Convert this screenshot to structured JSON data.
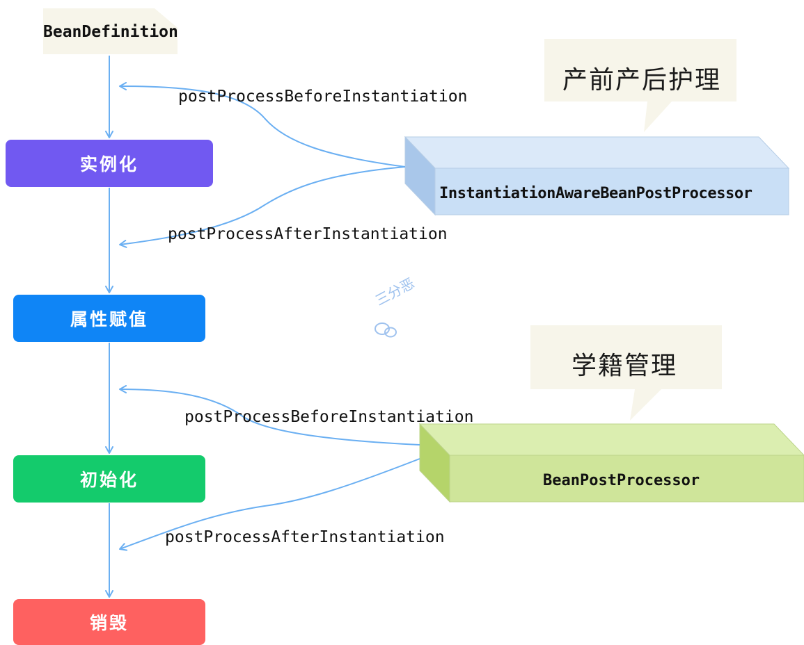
{
  "start": {
    "label": "BeanDefinition"
  },
  "stages": [
    {
      "label": "实例化",
      "color": "#7159f1"
    },
    {
      "label": "属性赋值",
      "color": "#0f85f6"
    },
    {
      "label": "初始化",
      "color": "#14cb6c"
    },
    {
      "label": "销毁",
      "color": "#fe6160"
    }
  ],
  "processors": [
    {
      "name": "InstantiationAwareBeanPostProcessor",
      "callout": "产前产后护理",
      "color": "#c9dff6"
    },
    {
      "name": "BeanPostProcessor",
      "callout": "学籍管理",
      "color": "#cfe59a"
    }
  ],
  "methods": [
    "postProcessBeforeInstantiation",
    "postProcessAfterInstantiation",
    "postProcessBeforeInstantiation",
    "postProcessAfterInstantiation"
  ],
  "watermark": {
    "text": "三分恶",
    "icon": "wechat-icon"
  },
  "colors": {
    "arrow": "#6aaff2",
    "callout_bg": "#f7f5ea"
  }
}
